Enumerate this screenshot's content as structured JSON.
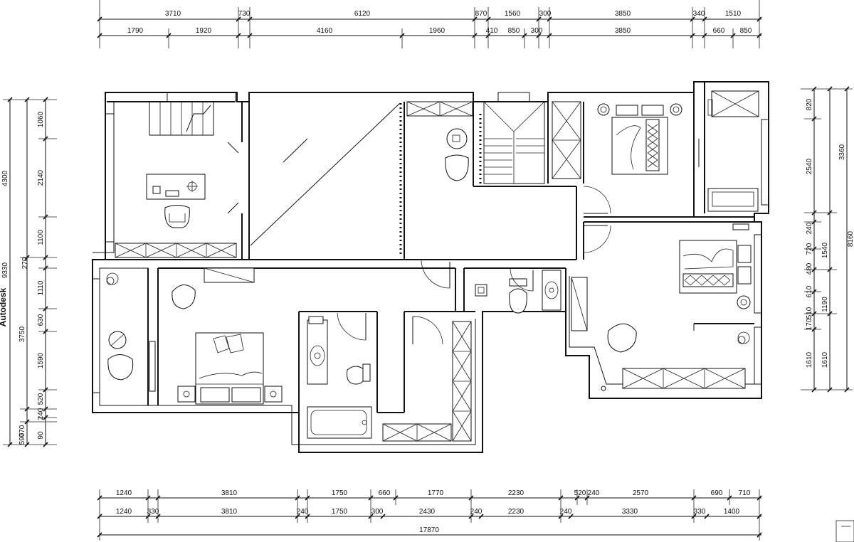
{
  "brand": "Autodesk",
  "dimensions": {
    "top_outer": [
      "3710",
      "730",
      "6120",
      "870",
      "1560",
      "300",
      "3850",
      "340",
      "1510"
    ],
    "top_inner": [
      "1790",
      "1920",
      "4160",
      "1960",
      "410",
      "850",
      "300",
      "3850",
      "660",
      "850"
    ],
    "bottom_outer": [
      "1240",
      "3810",
      "1750",
      "660",
      "1770",
      "2230",
      "520",
      "240",
      "2570",
      "690",
      "710"
    ],
    "bottom_inner": [
      "1240",
      "330",
      "3810",
      "240",
      "1750",
      "300",
      "2430",
      "240",
      "2230",
      "240",
      "3330",
      "330",
      "1400"
    ],
    "bottom_total": "17870",
    "left_outer": [
      "4300",
      "9330",
      "3750",
      "770",
      "590"
    ],
    "left_inner": [
      "1060",
      "2140",
      "1100",
      "270",
      "1110",
      "630",
      "1590",
      "520",
      "240",
      "90"
    ],
    "right_outer": [
      "3360",
      "8160"
    ],
    "right_mid": [
      "820",
      "2540",
      "1540",
      "1190",
      "1610"
    ],
    "right_inner": [
      "240",
      "720",
      "480",
      "610",
      "510",
      "170",
      "1610"
    ]
  }
}
